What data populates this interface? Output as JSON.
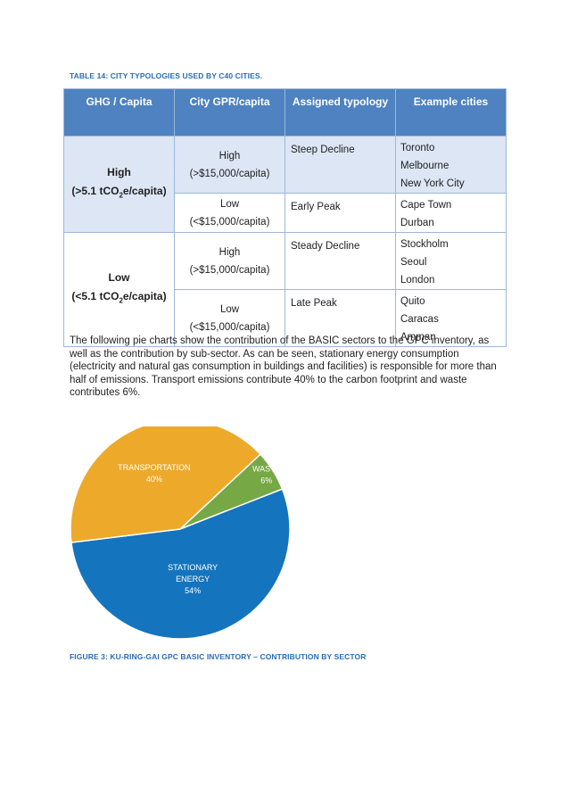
{
  "table": {
    "caption": "TABLE 14: CITY TYPOLOGIES USED BY C40 CITIES.",
    "headers": [
      "GHG / Capita",
      "City GPR/capita",
      "Assigned typology",
      "Example cities"
    ],
    "groups": [
      {
        "ghg_label": "High",
        "ghg_threshold_pre": "(>5.1 tCO",
        "ghg_threshold_sub": "2",
        "ghg_threshold_post": "e/capita)",
        "rows": [
          {
            "gpr_level": "High",
            "gpr_range": "(>$15,000/capita)",
            "typology": "Steep Decline",
            "cities": [
              "Toronto",
              "Melbourne",
              "New York City"
            ]
          },
          {
            "gpr_level": "Low",
            "gpr_range": "(<$15,000/capita)",
            "typology": "Early Peak",
            "cities": [
              "Cape Town",
              "Durban"
            ]
          }
        ]
      },
      {
        "ghg_label": "Low",
        "ghg_threshold_pre": "(<5.1 tCO",
        "ghg_threshold_sub": "2",
        "ghg_threshold_post": "e/capita)",
        "rows": [
          {
            "gpr_level": "High",
            "gpr_range": "(>$15,000/capita)",
            "typology": "Steady Decline",
            "cities": [
              "Stockholm",
              "Seoul",
              "London"
            ]
          },
          {
            "gpr_level": "Low",
            "gpr_range": "(<$15,000/capita)",
            "typology": "Late Peak",
            "cities": [
              "Quito",
              "Caracas",
              "Amman"
            ]
          }
        ]
      }
    ]
  },
  "paragraph": "The following pie charts show the contribution of the BASIC sectors to the GPC inventory, as well as the contribution by sub-sector. As can be seen, stationary energy consumption (electricity and natural gas consumption in buildings and facilities) is responsible for more than half of emissions. Transport emissions contribute 40% to the carbon footprint and waste contributes 6%.",
  "figure_caption": "FIGURE 3: KU-RING-GAI GPC BASIC INVENTORY – CONTRIBUTION BY SECTOR",
  "chart_data": {
    "type": "pie",
    "slices": [
      {
        "label": [
          "WASTE"
        ],
        "value": 6,
        "value_label": "6%",
        "color": "#76a845"
      },
      {
        "label": [
          "STATIONARY",
          "ENERGY"
        ],
        "value": 54,
        "value_label": "54%",
        "color": "#1474bd"
      },
      {
        "label": [
          "TRANSPORTATION"
        ],
        "value": 40,
        "value_label": "40%",
        "color": "#eda92a"
      }
    ]
  }
}
